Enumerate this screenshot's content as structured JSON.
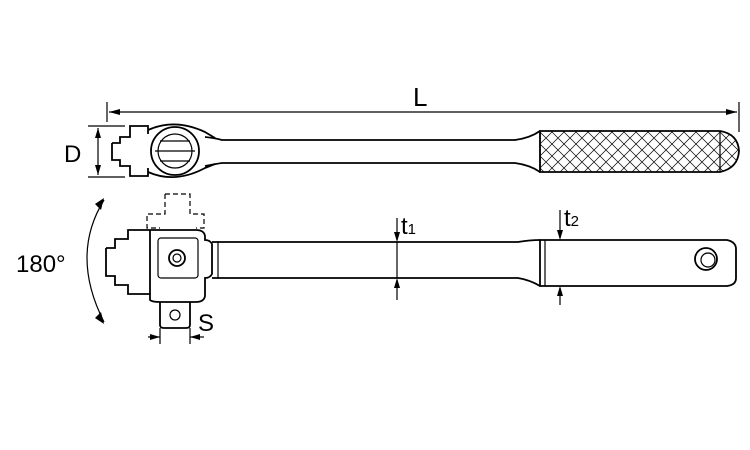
{
  "labels": {
    "length": "L",
    "diameter": "D",
    "angle": "180°",
    "square": "S",
    "t1_main": "t",
    "t1_sub": "1",
    "t2_main": "t",
    "t2_sub": "2"
  },
  "colors": {
    "line": "#000000",
    "background": "#ffffff"
  }
}
